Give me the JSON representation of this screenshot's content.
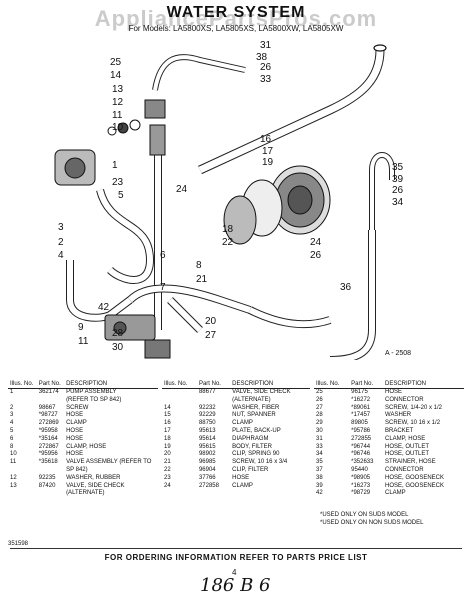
{
  "watermark": "AppliancePartsPros.com",
  "title": "WATER SYSTEM",
  "subtitle": "For Models: LA5800XS, LA5805XS, LA5800XW, LA5805XW",
  "figure_ref": "A - 2508",
  "callouts": [
    "31",
    "38",
    "25",
    "26",
    "14",
    "33",
    "13",
    "12",
    "11",
    "10",
    "1",
    "16",
    "17",
    "19",
    "35",
    "23",
    "5",
    "39",
    "26",
    "24",
    "34",
    "3",
    "18",
    "2",
    "4",
    "24",
    "22",
    "26",
    "36",
    "8",
    "21",
    "6",
    "7",
    "42",
    "20",
    "9",
    "11",
    "28",
    "27",
    "30"
  ],
  "table": {
    "headers": {
      "illus_no": "Illus. No.",
      "part_no": "Part No.",
      "description": "DESCRIPTION"
    },
    "col1": [
      {
        "illus": "1",
        "part": "362174",
        "desc": "PUMP ASSEMBLY\n(REFER TO SP 842)"
      },
      {
        "illus": "2",
        "part": "98667",
        "desc": "SCREW"
      },
      {
        "illus": "3",
        "part": "*98727",
        "desc": "HOSE"
      },
      {
        "illus": "4",
        "part": "272869",
        "desc": "CLAMP"
      },
      {
        "illus": "5",
        "part": "*95958",
        "desc": "HOSE"
      },
      {
        "illus": "6",
        "part": "*35164",
        "desc": "HOSE"
      },
      {
        "illus": "8",
        "part": "272867",
        "desc": "CLAMP, HOSE"
      },
      {
        "illus": "10",
        "part": "*95956",
        "desc": "HOSE"
      },
      {
        "illus": "11",
        "part": "*35618",
        "desc": "VALVE ASSEMBLY (REFER TO\nSP 842)"
      },
      {
        "illus": "12",
        "part": "92235",
        "desc": "WASHER, RUBBER"
      },
      {
        "illus": "13",
        "part": "87420",
        "desc": "VALVE, SIDE CHECK\n(ALTERNATE)"
      }
    ],
    "col2": [
      {
        "illus": "",
        "part": "88677",
        "desc": "VALVE, SIDE CHECK\n(ALTERNATE)"
      },
      {
        "illus": "14",
        "part": "92232",
        "desc": "WASHER, FIBER"
      },
      {
        "illus": "15",
        "part": "92229",
        "desc": "NUT, SPANNER"
      },
      {
        "illus": "16",
        "part": "88750",
        "desc": "CLAMP"
      },
      {
        "illus": "17",
        "part": "95613",
        "desc": "PLATE, BACK-UP"
      },
      {
        "illus": "18",
        "part": "95614",
        "desc": "DIAPHRAGM"
      },
      {
        "illus": "19",
        "part": "95615",
        "desc": "BODY, FILTER"
      },
      {
        "illus": "20",
        "part": "98902",
        "desc": "CLIP, SPRING 90"
      },
      {
        "illus": "21",
        "part": "96985",
        "desc": "SCREW, 10 16 x 3/4"
      },
      {
        "illus": "22",
        "part": "96904",
        "desc": "CLIP, FILTER"
      },
      {
        "illus": "23",
        "part": "37766",
        "desc": "HOSE"
      },
      {
        "illus": "24",
        "part": "272858",
        "desc": "CLAMP"
      }
    ],
    "col3": [
      {
        "illus": "25",
        "part": "96175",
        "desc": "HOSE"
      },
      {
        "illus": "26",
        "part": "*16272",
        "desc": "CONNECTOR"
      },
      {
        "illus": "27",
        "part": "*89061",
        "desc": "SCREW, 1/4-20 x 1/2"
      },
      {
        "illus": "28",
        "part": "*17457",
        "desc": "WASHER"
      },
      {
        "illus": "29",
        "part": "89805",
        "desc": "SCREW, 10 16 x 1/2"
      },
      {
        "illus": "30",
        "part": "*95786",
        "desc": "BRACKET"
      },
      {
        "illus": "31",
        "part": "272855",
        "desc": "CLAMP, HOSE"
      },
      {
        "illus": "33",
        "part": "*96744",
        "desc": "HOSE, OUTLET"
      },
      {
        "illus": "34",
        "part": "*96746",
        "desc": "HOSE, OUTLET"
      },
      {
        "illus": "35",
        "part": "*352633",
        "desc": "STRAINER, HOSE"
      },
      {
        "illus": "37",
        "part": "95440",
        "desc": "CONNECTOR"
      },
      {
        "illus": "38",
        "part": "*98905",
        "desc": "HOSE, GOOSENECK"
      },
      {
        "illus": "39",
        "part": "*16273",
        "desc": "HOSE, GOOSENECK"
      },
      {
        "illus": "42",
        "part": "*98729",
        "desc": "CLAMP"
      }
    ]
  },
  "notes": [
    "*USED ONLY ON SUDS MODEL",
    "*USED ONLY ON NON SUDS MODEL"
  ],
  "footer_code": "351598",
  "footer_text": "FOR ORDERING INFORMATION REFER TO PARTS PRICE LIST",
  "page_number": "4",
  "handwritten": "186 B 6"
}
